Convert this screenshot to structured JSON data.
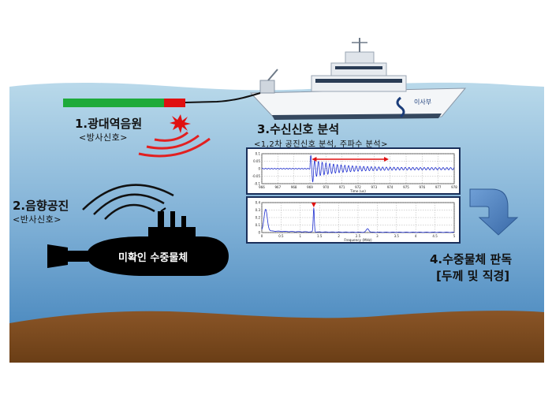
{
  "labels": {
    "step1_title": "1.광대역음원",
    "step1_sub": "<방사신호>",
    "step2_title": "2.음향공진",
    "step2_sub": "<반사신호>",
    "step3_title": "3.수신신호 분석",
    "step3_sub": "<1,2차 공진신호 분석, 주파수 분석>",
    "step4_title_line1": "4.수중물체 판독",
    "step4_title_line2": "[두께 및 직경]",
    "target_label": "미확인 수중물체",
    "ship_name": "이사부"
  },
  "plots": {
    "time_plot": {
      "xlabel": "Time (us)",
      "x_ticks": [
        "966",
        "967",
        "968",
        "969",
        "970",
        "971",
        "972",
        "973",
        "974",
        "975",
        "976",
        "977",
        "978"
      ],
      "y_ticks": [
        "0.1",
        "0.05",
        "0",
        "-0.05",
        "-0.1"
      ]
    },
    "freq_plot": {
      "xlabel": "Frequency (MHz)",
      "x_ticks": [
        "0",
        "0.5",
        "1",
        "1.5",
        "2",
        "2.5",
        "3",
        "3.5",
        "4",
        "4.5",
        "5"
      ],
      "y_ticks": [
        "0.4",
        "0.3",
        "0.2",
        "0.1",
        "0"
      ]
    }
  },
  "colors": {
    "sky": "#ffffff",
    "sea_top": "#aed2e6",
    "sea_bottom": "#3f82bb",
    "seabed": "#7b4a1e",
    "source_green": "#1faa3a",
    "source_red": "#e01010",
    "wave_red": "#e22020",
    "arrow_blue": "#4f81bd",
    "signal_blue": "#1f2fd0"
  }
}
